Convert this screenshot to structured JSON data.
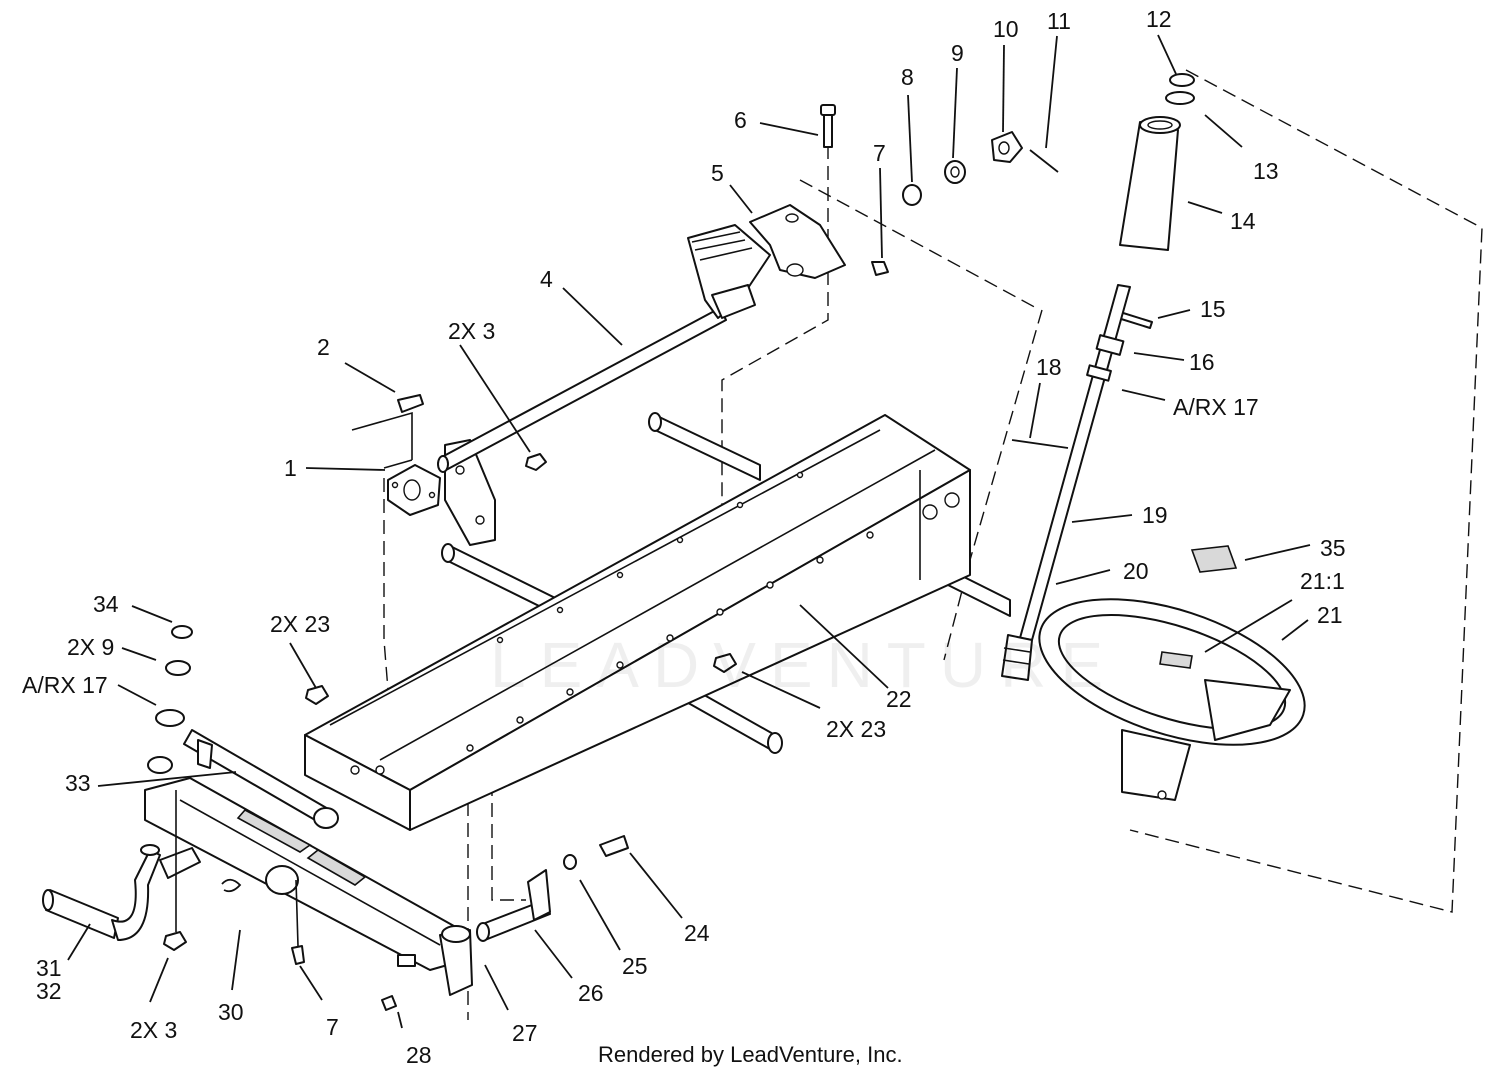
{
  "diagram": {
    "callouts": [
      {
        "id": "c1",
        "text": "1"
      },
      {
        "id": "c2",
        "text": "2"
      },
      {
        "id": "c2x3a",
        "text": "2X 3"
      },
      {
        "id": "c4",
        "text": "4"
      },
      {
        "id": "c5",
        "text": "5"
      },
      {
        "id": "c6",
        "text": "6"
      },
      {
        "id": "c7a",
        "text": "7"
      },
      {
        "id": "c8",
        "text": "8"
      },
      {
        "id": "c9",
        "text": "9"
      },
      {
        "id": "c10",
        "text": "10"
      },
      {
        "id": "c11",
        "text": "11"
      },
      {
        "id": "c12",
        "text": "12"
      },
      {
        "id": "c13",
        "text": "13"
      },
      {
        "id": "c14",
        "text": "14"
      },
      {
        "id": "c15",
        "text": "15"
      },
      {
        "id": "c16",
        "text": "16"
      },
      {
        "id": "c17a",
        "text": "A/RX 17"
      },
      {
        "id": "c18",
        "text": "18"
      },
      {
        "id": "c19",
        "text": "19"
      },
      {
        "id": "c20",
        "text": "20"
      },
      {
        "id": "c35",
        "text": "35"
      },
      {
        "id": "c21_1",
        "text": "21:1"
      },
      {
        "id": "c21",
        "text": "21"
      },
      {
        "id": "c22",
        "text": "22"
      },
      {
        "id": "c2x23a",
        "text": "2X 23"
      },
      {
        "id": "c2x23b",
        "text": "2X 23"
      },
      {
        "id": "c34",
        "text": "34"
      },
      {
        "id": "c2x9",
        "text": "2X 9"
      },
      {
        "id": "c17b",
        "text": "A/RX 17"
      },
      {
        "id": "c33",
        "text": "33"
      },
      {
        "id": "c24",
        "text": "24"
      },
      {
        "id": "c25",
        "text": "25"
      },
      {
        "id": "c26",
        "text": "26"
      },
      {
        "id": "c27",
        "text": "27"
      },
      {
        "id": "c28",
        "text": "28"
      },
      {
        "id": "c7b",
        "text": "7"
      },
      {
        "id": "c30",
        "text": "30"
      },
      {
        "id": "c2x3b",
        "text": "2X 3"
      },
      {
        "id": "c31",
        "text": "31"
      },
      {
        "id": "c32",
        "text": "32"
      }
    ],
    "watermark": "LEADVENTURE",
    "credit": "Rendered by LeadVenture, Inc."
  }
}
